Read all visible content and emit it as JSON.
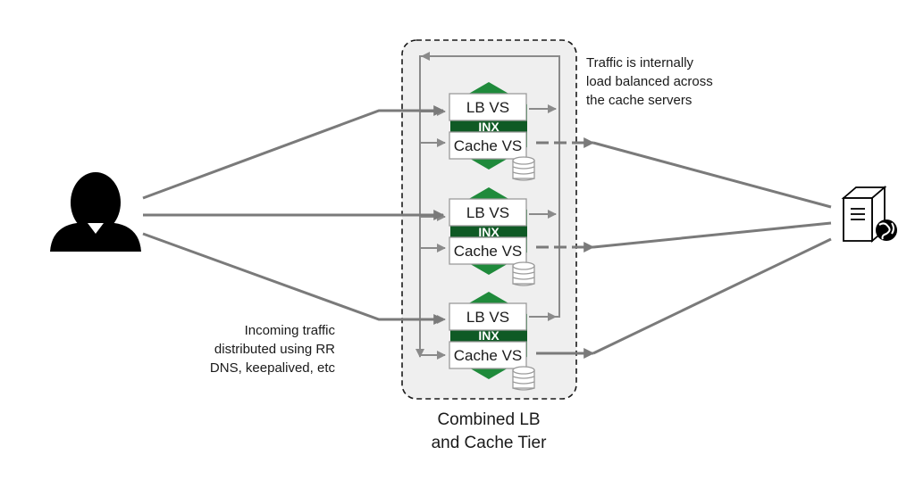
{
  "diagram": {
    "tier_label_line1": "Combined LB",
    "tier_label_line2": "and Cache Tier",
    "note_internal": [
      "Traffic is internally",
      "load balanced across",
      "the cache servers"
    ],
    "note_incoming": [
      "Incoming traffic",
      "distributed using RR",
      "DNS, keepalived, etc"
    ],
    "nodes": [
      {
        "lb_label": "LB VS",
        "cache_label": "Cache VS",
        "logo_text": "INX"
      },
      {
        "lb_label": "LB VS",
        "cache_label": "Cache VS",
        "logo_text": "INX"
      },
      {
        "lb_label": "LB VS",
        "cache_label": "Cache VS",
        "logo_text": "INX"
      }
    ],
    "colors": {
      "connector": "#7a7a7a",
      "tier_fill": "#efefef",
      "tier_border": "#1a1a1a",
      "logo_green": "#1f8a3b",
      "logo_dark": "#0f5a25",
      "box_border": "#9a9a9a"
    },
    "icons": {
      "user": "user-icon",
      "server": "web-server-icon",
      "database": "database-icon",
      "globe": "globe-icon"
    }
  }
}
